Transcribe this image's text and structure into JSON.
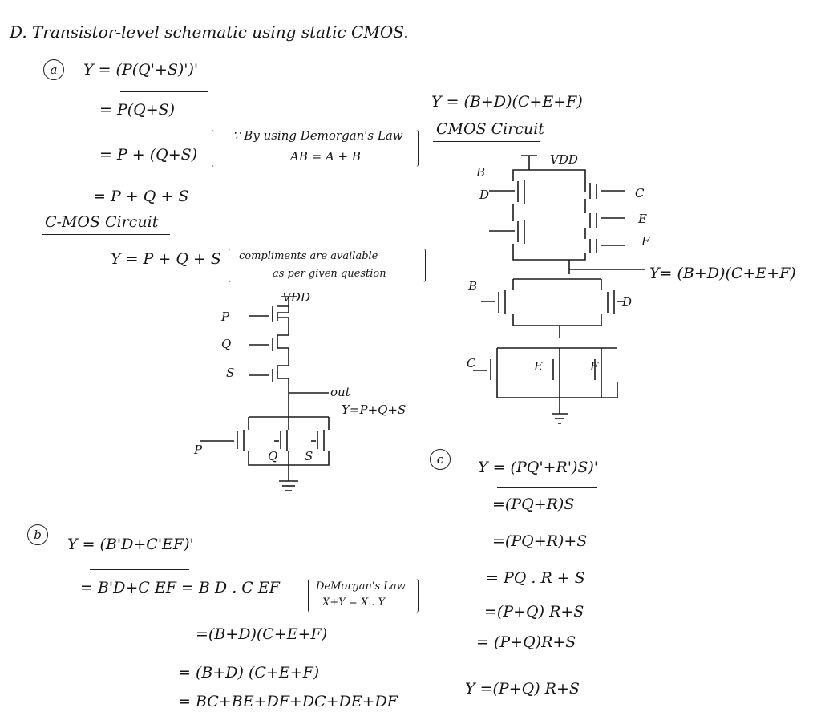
{
  "heading": "D. Transistor-level schematic using static CMOS.",
  "part_a": {
    "label": "a",
    "eq1": "Y = (P(Q'+S)')'",
    "eq2": "= P(Q+S)",
    "eq3": "= P + (Q+S)",
    "note_line1": "∵ By using Demorgan's Law",
    "note_line2": "AB = A + B",
    "eq4": "= P + Q + S",
    "circuit_title": "C-MOS Circuit",
    "circuit_eq": "Y = P + Q + S",
    "circuit_note_line1": "compliments are available",
    "circuit_note_line2": "as per given question",
    "labels": {
      "vdd": "VDD",
      "p": "P",
      "q": "Q",
      "s": "S",
      "out": "out",
      "out_eq": "Y=P+Q+S",
      "pn": "P",
      "qn": "Q",
      "sn": "S",
      "gnd": "≡"
    }
  },
  "part_b": {
    "label": "b",
    "eq1": "Y = (B'D+C'EF)'",
    "eq2": "= B'D+C EF = B D . C EF",
    "note_line1": "DeMorgan's Law",
    "note_line2": "X+Y = X . Y",
    "eq3": "=(B+D)(C+E+F)",
    "eq4": "= (B+D) (C+E+F)",
    "eq5": "= BC+BE+DF+DC+DE+DF"
  },
  "part_b_circuit": {
    "eq": "Y = (B+D)(C+E+F)",
    "title": "CMOS Circuit",
    "labels": {
      "vdd": "VDD",
      "b": "B",
      "d": "D",
      "c": "C",
      "e": "E",
      "f": "F",
      "out_eq": "Y= (B+D)(C+E+F)",
      "bn": "B",
      "dn": "D",
      "cn": "C",
      "en": "E",
      "fn": "F",
      "gnd": "≡"
    }
  },
  "part_c": {
    "label": "c",
    "eq1": "Y = (PQ'+R')S)'",
    "eq2": "=(PQ+R)S",
    "eq3": "=(PQ+R)+S",
    "eq4": "= PQ . R + S",
    "eq5": "=(P+Q) R+S",
    "eq6": "= (P+Q)R+S",
    "eq7": "Y =(P+Q) R+S"
  }
}
